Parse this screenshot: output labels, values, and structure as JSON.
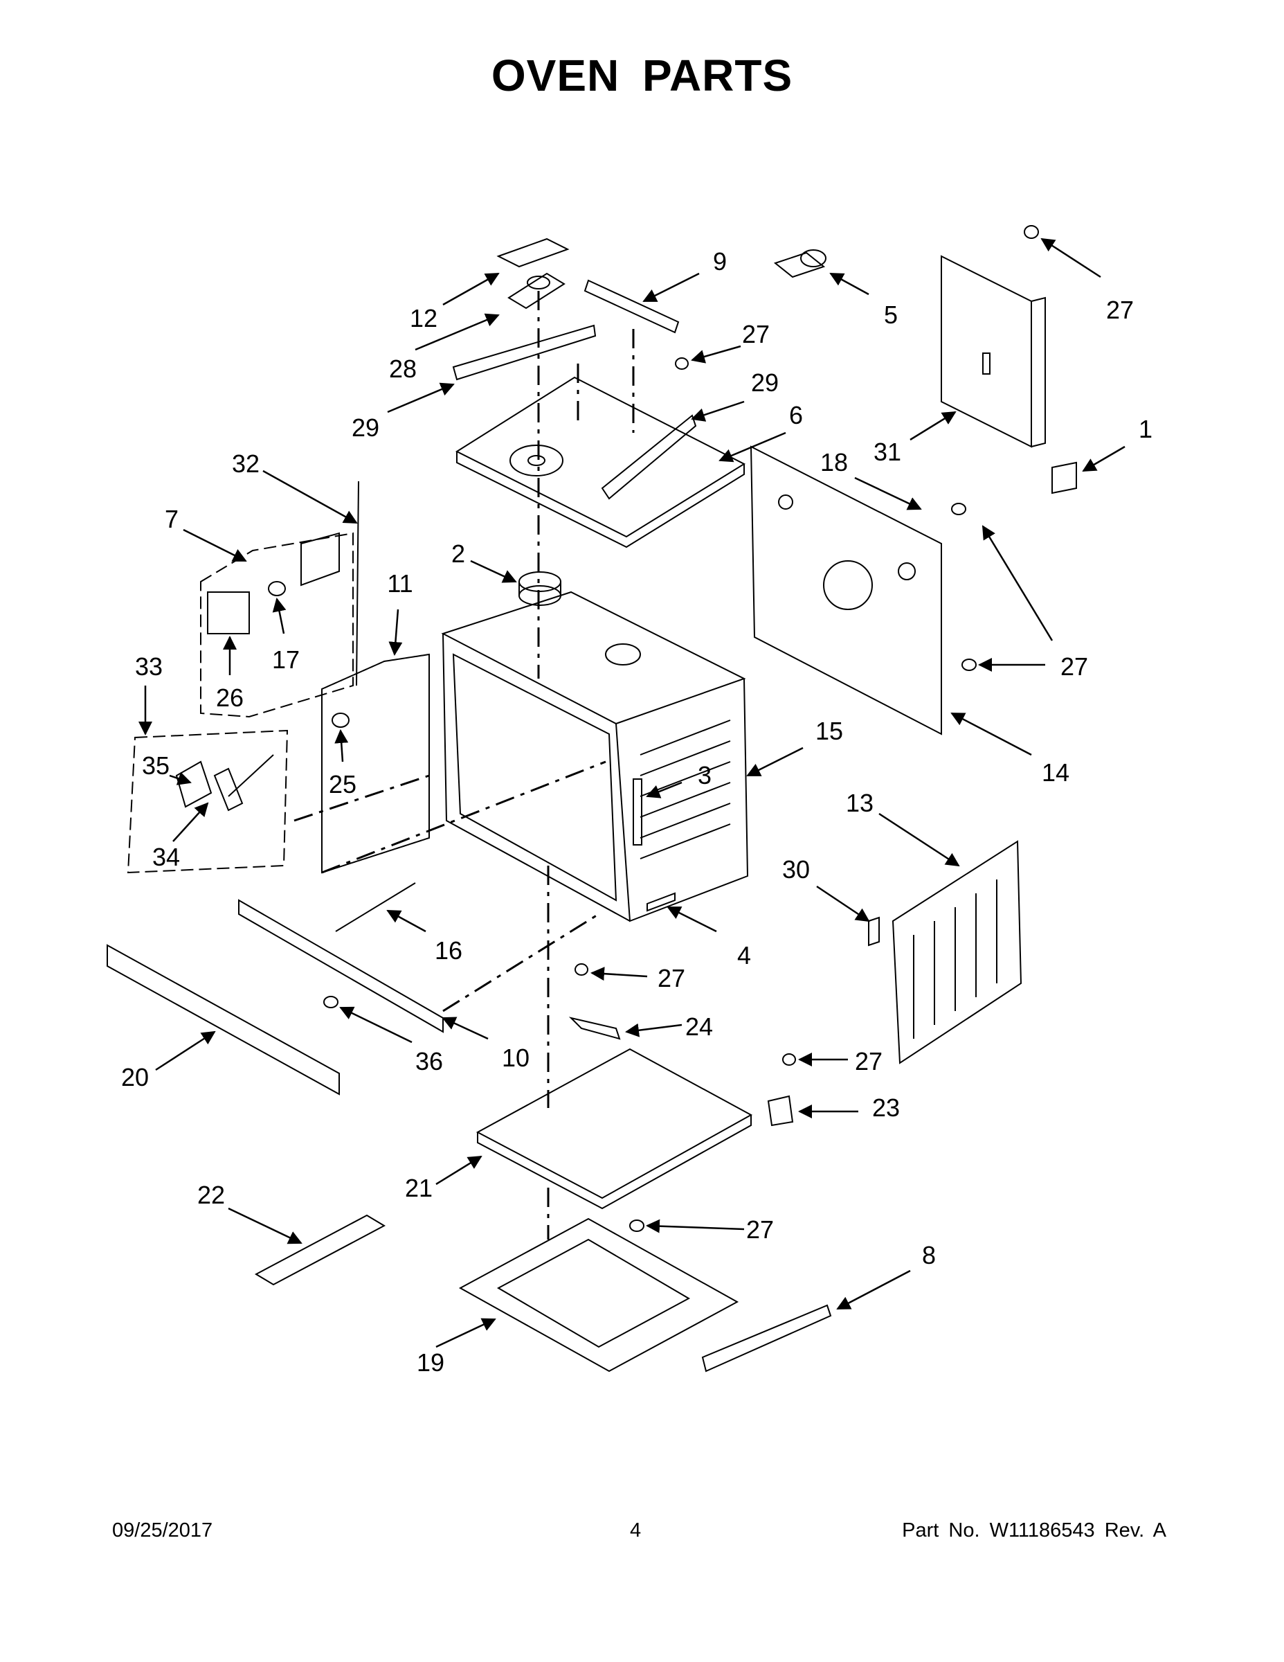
{
  "title": "OVEN PARTS",
  "footer": {
    "date": "09/25/2017",
    "page": "4",
    "part": "Part No.  W11186543  Rev.  A"
  },
  "callouts": [
    "1",
    "2",
    "3",
    "4",
    "5",
    "6",
    "7",
    "8",
    "9",
    "10",
    "11",
    "12",
    "13",
    "14",
    "15",
    "16",
    "17",
    "18",
    "19",
    "20",
    "21",
    "22",
    "23",
    "24",
    "25",
    "26",
    "27",
    "28",
    "29",
    "30",
    "31",
    "32",
    "33",
    "34",
    "35",
    "36"
  ]
}
